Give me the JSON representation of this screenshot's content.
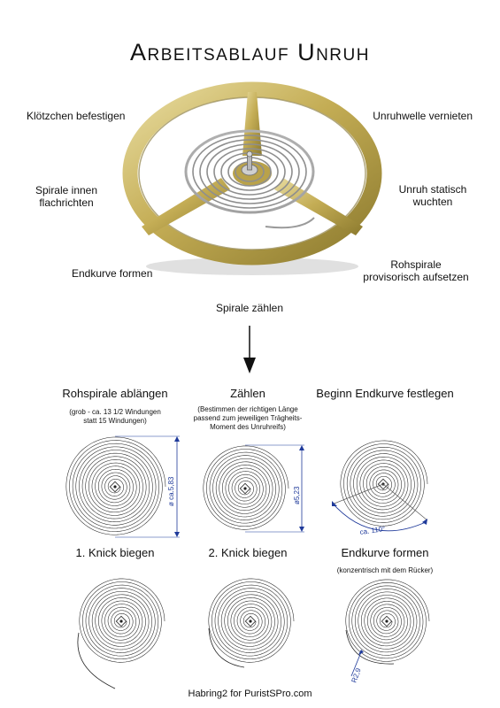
{
  "title": "Arbeitsablauf Unruh",
  "balance_steps": {
    "top_left": "Klötzchen befestigen",
    "top_right": "Unruhwelle vernieten",
    "mid_left_1": "Spirale innen",
    "mid_left_2": "flachrichten",
    "mid_right_1": "Unruh statisch",
    "mid_right_2": "wuchten",
    "bottom_left": "Endkurve formen",
    "bottom_right_1": "Rohspirale",
    "bottom_right_2": "provisorisch aufsetzen",
    "center_bottom": "Spirale zählen"
  },
  "steps_row1": [
    {
      "title": "Rohspirale ablängen",
      "note_1": "(grob - ca. 13 1/2 Windungen",
      "note_2": "statt 15 Windungen)",
      "dimension": "ø ca.5,83"
    },
    {
      "title": "Zählen",
      "note_1": "(Bestimmen der richtigen Länge",
      "note_2": "passend zum jeweiligen Trägheits-",
      "note_3": "Moment des Unruhreifs)",
      "dimension": "ø5,23"
    },
    {
      "title": "Beginn Endkurve festlegen",
      "dimension": "ca. 110°"
    }
  ],
  "steps_row2": [
    {
      "title": "1. Knick biegen"
    },
    {
      "title": "2. Knick biegen"
    },
    {
      "title": "Endkurve formen",
      "note_1": "(konzentrisch mit dem Rücker)",
      "dimension": "R2,9"
    }
  ],
  "footer": "Habring2 for PuristSPro.com",
  "colors": {
    "rim": "#c8b465",
    "rim_dark": "#8a7a30",
    "dimension": "#1f3a9a"
  }
}
